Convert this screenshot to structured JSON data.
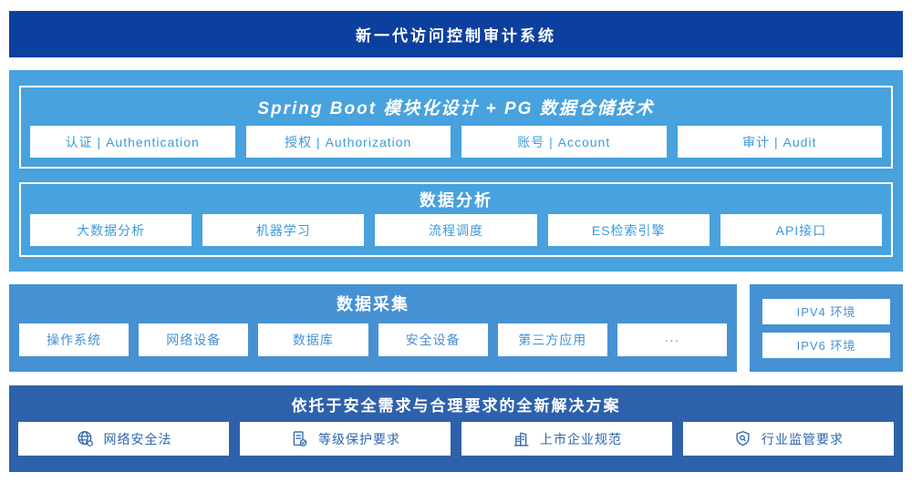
{
  "banner": {
    "title": "新一代访问控制审计系统"
  },
  "platform": {
    "title": "Spring Boot 模块化设计 + PG 数据仓储技术",
    "modules": [
      "认证 | Authentication",
      "授权 | Authorization",
      "账号 | Account",
      "审计 | Audit"
    ]
  },
  "analysis": {
    "title": "数据分析",
    "modules": [
      "大数据分析",
      "机器学习",
      "流程调度",
      "ES检索引擎",
      "API接口"
    ]
  },
  "collection": {
    "title": "数据采集",
    "sources": [
      "操作系统",
      "网络设备",
      "数据库",
      "安全设备",
      "第三方应用",
      "···"
    ]
  },
  "network_env": {
    "items": [
      "IPV4 环境",
      "IPV6 环境"
    ]
  },
  "solution": {
    "title": "依托于安全需求与合理要求的全新解决方案",
    "items": [
      {
        "label": "网络安全法",
        "icon": "globe-icon",
        "icon_ref": "#globe-icon"
      },
      {
        "label": "等级保护要求",
        "icon": "doc-check-icon",
        "icon_ref": "#doc-check-icon"
      },
      {
        "label": "上市企业规范",
        "icon": "buildings-icon",
        "icon_ref": "#buildings-icon"
      },
      {
        "label": "行业监管要求",
        "icon": "shield-search-icon",
        "icon_ref": "#shield-search-icon"
      }
    ]
  },
  "colors": {
    "banner_bg": "#0d3f9e",
    "platform_bg": "#47a2dd",
    "collection_bg": "#4691d3",
    "solution_bg": "#2e61ab",
    "box_text_light_blue": "#3c9bd9",
    "solution_text_blue": "#2e67ae"
  }
}
